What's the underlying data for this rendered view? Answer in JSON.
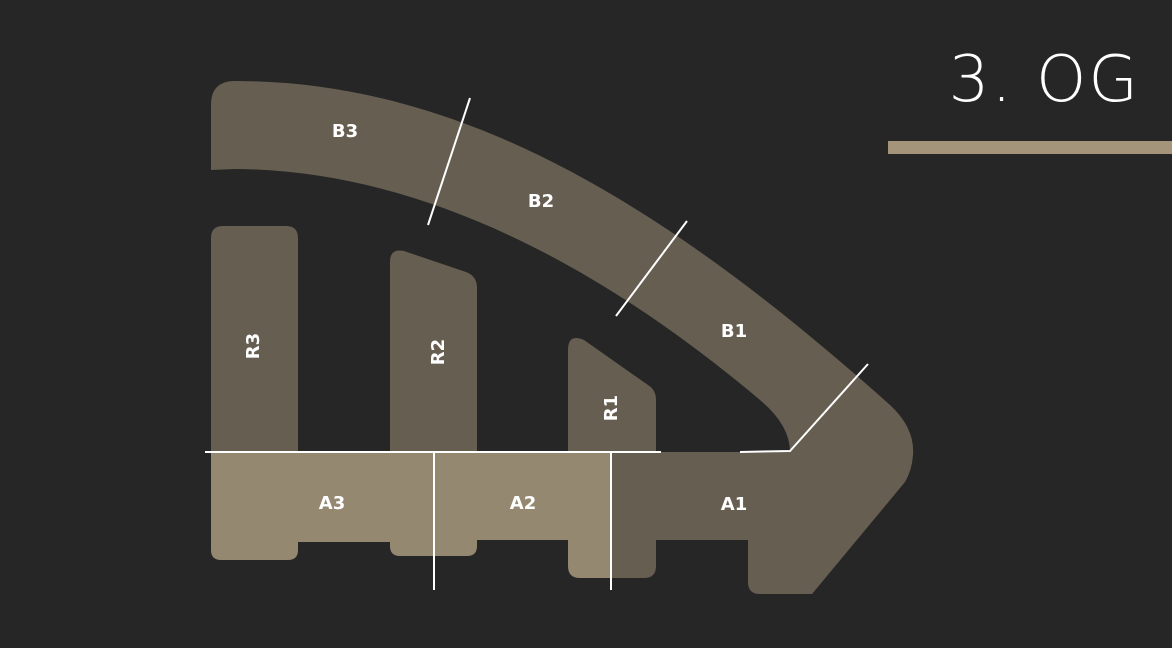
{
  "floor_title": "3. OG",
  "colors": {
    "background": "#262626",
    "unit_dark": "#665e51",
    "unit_light": "#958870",
    "accent": "#a4957a",
    "divider": "#ffffff"
  },
  "units": {
    "B3": "B3",
    "B2": "B2",
    "B1": "B1",
    "R3": "R3",
    "R2": "R2",
    "R1": "R1",
    "A3": "A3",
    "A2": "A2",
    "A1": "A1"
  }
}
